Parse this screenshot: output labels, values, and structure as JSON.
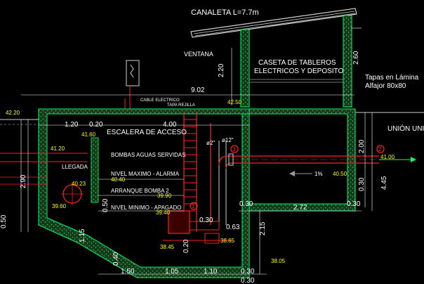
{
  "colors": {
    "background": "#000000",
    "white": "#ffffff",
    "yellow": "#ffff00",
    "red": "#ff2020",
    "green": "#00ff66",
    "cyan": "#00e5ff",
    "gray": "#9a9a9a",
    "concrete": "#2e7d3a"
  },
  "labels": {
    "canaleta": "CANALETA L=7.7m",
    "ventana": "VENTANA",
    "caseta_line1": "CASETA DE TABLEROS",
    "caseta_line2": "ELECTRICOS Y DEPOSITO",
    "tapas_line1": "Tapas en Lámina",
    "tapas_line2": "Alfajor 80x80",
    "cable": "CABLE ELECTRICO",
    "tapa": "TAPA REJILLA",
    "escalera": "ESCALERA DE ACCESO",
    "union": "UNIÓN UNI",
    "bombas": "BOMBAS AGUAS SERVIDAS",
    "llegada": "LLEGADA",
    "nivel_max": "NIVEL MAXIMO - ALARMA",
    "arranque": "ARRANQUE BOMBA 2",
    "nivel_min": "NIVEL MINIMO - APAGADO",
    "phi2": "ø2\"",
    "phi12": "ø12\"",
    "slope": "1%",
    "num1": "1",
    "num2": "2",
    "num3": "3"
  },
  "dims": {
    "d902": "9.02",
    "d220": "2.20",
    "d260": "2.60",
    "d120": "1.20",
    "d020": "0.20",
    "d400": "4.00",
    "d200": "2.00",
    "d445": "4.45",
    "d030a": "0.30",
    "d030b": "0.30",
    "d272": "2.72",
    "d030c": "0.30",
    "d290": "2.90",
    "d050a": "0.50",
    "d050b": "0.50",
    "d115": "1.15",
    "d063": "0.63",
    "d030d": "0.30",
    "d215": "2.15",
    "d020b": "0.20",
    "d040": "0.40",
    "d150": "1.50",
    "d105": "1.05",
    "d110": "1.10",
    "d030e": "0.30",
    "d030f": "0.30"
  },
  "levels": {
    "l4220": "42.20",
    "l4250": "42.50",
    "l4160": "41.60",
    "l4120": "41.20",
    "l4023": "40.23",
    "l3960": "39.60",
    "l4040": "40.40",
    "l3990": "39.90",
    "l3940": "39.40",
    "l4050": "40.50",
    "l4100": "41.00",
    "l3865": "38.65",
    "l3845": "38.45",
    "l3805": "38.05"
  }
}
